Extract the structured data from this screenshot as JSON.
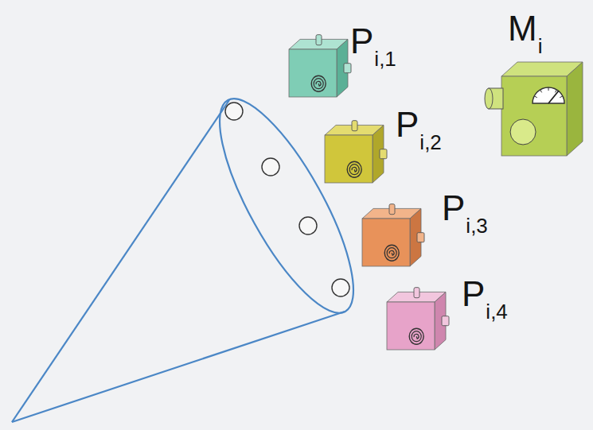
{
  "diagram": {
    "nodes": [
      {
        "text": [
          "P",
          "i,1"
        ]
      },
      {
        "text": [
          "P",
          "i,2"
        ]
      },
      {
        "text": [
          "P",
          "i,3"
        ]
      },
      {
        "text": [
          "P",
          "i,4"
        ]
      },
      {
        "text": [
          "M",
          "i"
        ]
      }
    ]
  }
}
